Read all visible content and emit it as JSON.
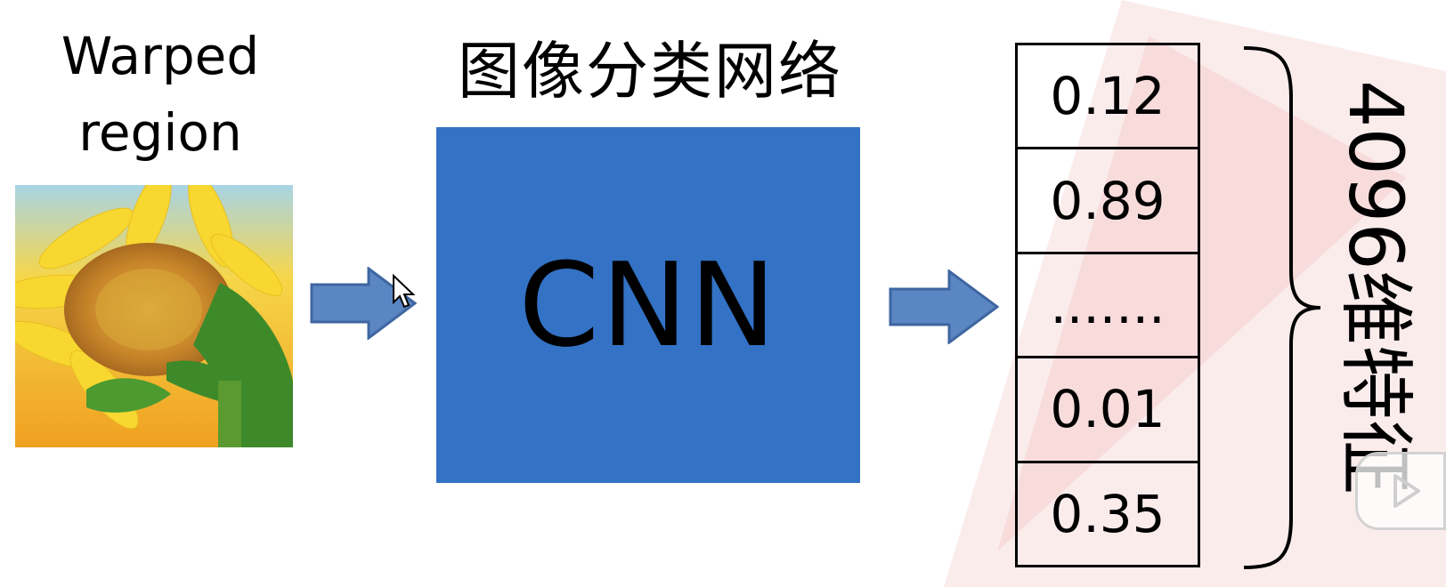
{
  "input": {
    "label_line1": "Warped",
    "label_line2": "region",
    "image_icon": "sunflower-image"
  },
  "network": {
    "title": "图像分类网络",
    "label": "CNN",
    "box_color": "#3372c5"
  },
  "arrow_color": "#5b86c4",
  "feature_vector": {
    "values": [
      "0.12",
      "0.89",
      ".......",
      "0.01",
      "0.35"
    ]
  },
  "dimension_label": "4096维特征"
}
